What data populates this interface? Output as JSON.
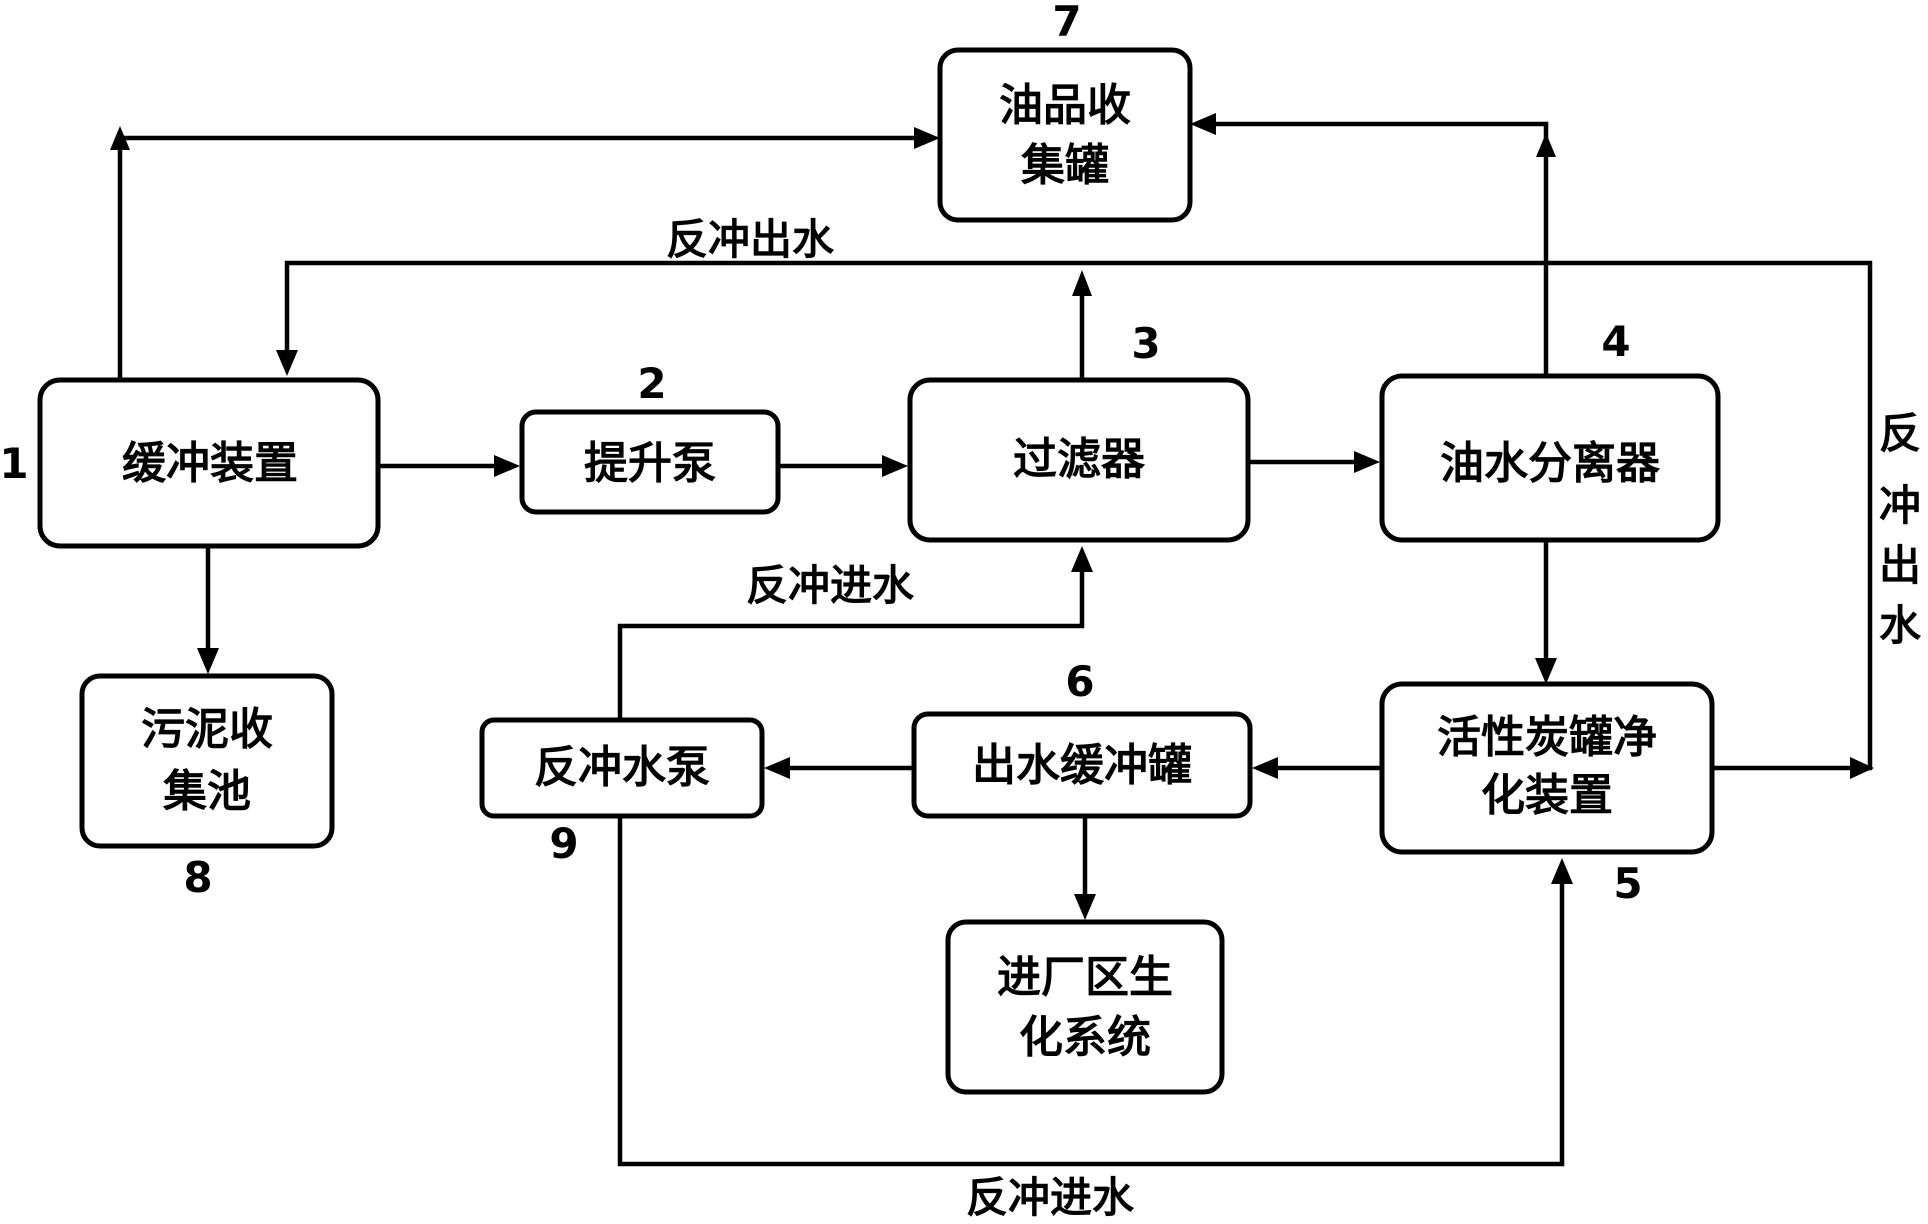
{
  "nodes": {
    "buffer_device": {
      "number": "1",
      "label": "缓冲装置"
    },
    "lift_pump": {
      "number": "2",
      "label": "提升泵"
    },
    "filter": {
      "number": "3",
      "label": "过滤器"
    },
    "oil_water_separator": {
      "number": "4",
      "label": "油水分离器"
    },
    "carbon_purifier": {
      "number": "5",
      "label_line1": "活性炭罐净",
      "label_line2": "化装置"
    },
    "effluent_buffer_tank": {
      "number": "6",
      "label": "出水缓冲罐"
    },
    "oil_collection_tank": {
      "number": "7",
      "label_line1": "油品收",
      "label_line2": "集罐"
    },
    "sludge_pool": {
      "number": "8",
      "label_line1": "污泥收",
      "label_line2": "集池"
    },
    "backwash_pump": {
      "number": "9",
      "label": "反冲水泵"
    },
    "biochem_system": {
      "label_line1": "进厂区生",
      "label_line2": "化系统"
    }
  },
  "flow_labels": {
    "backwash_outlet_top": "反冲出水",
    "backwash_outlet_right_1": "反",
    "backwash_outlet_right_2": "冲",
    "backwash_outlet_right_3": "出",
    "backwash_outlet_right_4": "水",
    "backwash_inlet_filter": "反冲进水",
    "backwash_inlet_carbon": "反冲进水"
  }
}
